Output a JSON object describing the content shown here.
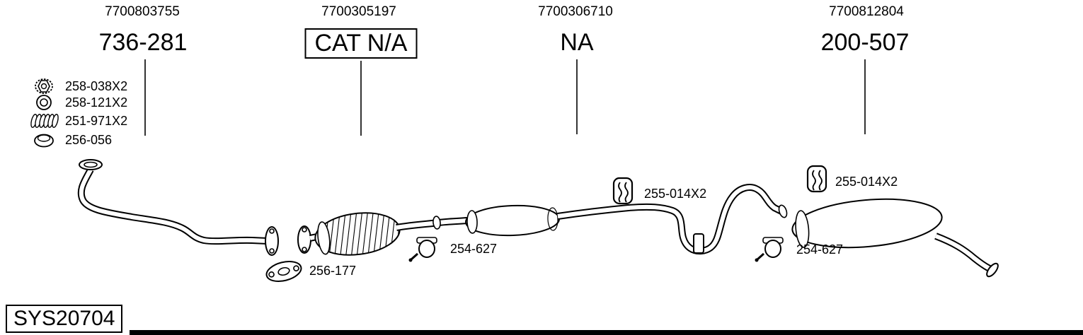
{
  "columns": [
    {
      "oem": "7700803755",
      "label": "736-281"
    },
    {
      "oem": "7700305197",
      "label": "CAT N/A"
    },
    {
      "oem": "7700306710",
      "label": "NA"
    },
    {
      "oem": "7700812804",
      "label": "200-507"
    }
  ],
  "legend": [
    {
      "icon": "flange-nut-icon",
      "label": "258-038X2"
    },
    {
      "icon": "washer-ring-icon",
      "label": "258-121X2"
    },
    {
      "icon": "coil-spring-icon",
      "label": "251-971X2"
    },
    {
      "icon": "exhaust-seal-ring-icon",
      "label": "256-056"
    }
  ],
  "part_labels": {
    "flange_gasket": "256-177",
    "front_clamp": "254-627",
    "rear_clamp": "254-627",
    "mid_hanger": "255-014X2",
    "rear_hanger": "255-014X2"
  },
  "footer": {
    "system_code": "SYS20704"
  },
  "colors": {
    "ink": "#000000",
    "paper": "#ffffff"
  }
}
